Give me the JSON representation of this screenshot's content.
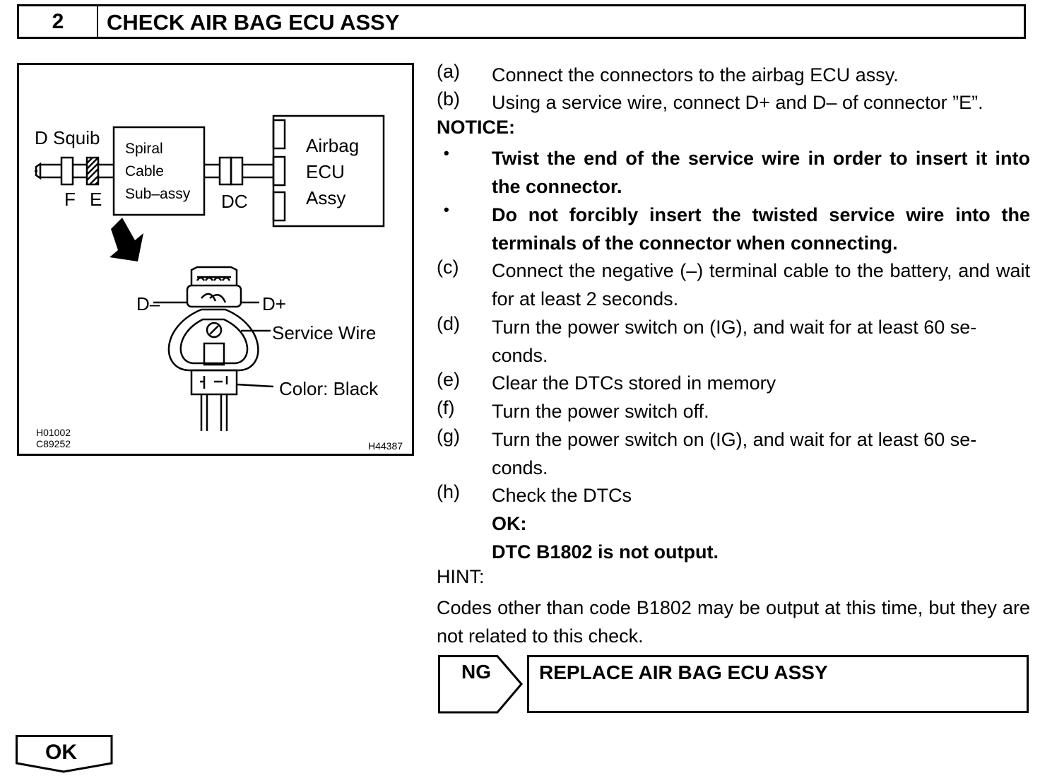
{
  "header": {
    "step_number": "2",
    "title": "CHECK AIR BAG ECU ASSY"
  },
  "figure": {
    "d_squib": "D Squib",
    "spiral_line1": "Spiral",
    "spiral_line2": "Cable",
    "spiral_line3": "Sub–assy",
    "airbag_line1": "Airbag",
    "airbag_line2": "ECU",
    "airbag_line3": "Assy",
    "connector_f": "F",
    "connector_e": "E",
    "connector_dc": "DC",
    "d_minus": "D–",
    "d_plus": "D+",
    "service_wire": "Service Wire",
    "color_black": "Color: Black",
    "id1": "H01002",
    "id2": "C89252",
    "id3": "H44387"
  },
  "steps": {
    "a_label": "(a)",
    "a_text": "Connect the connectors to the airbag ECU assy.",
    "b_label": "(b)",
    "b_text": "Using a service wire, connect D+ and D– of connector ”E”.",
    "notice": "NOTICE:",
    "bullet": "•",
    "notice1": "Twist the end of the service wire in order to insert it into the connector.",
    "notice2": "Do not forcibly insert the twisted service wire into the terminals of the connector when connecting.",
    "c_label": "(c)",
    "c_text": "Connect the negative (–) terminal cable to the battery, and wait for at least 2 seconds.",
    "d_label": "(d)",
    "d_text_1": "Turn the power switch on (IG), and wait for at least 60 se-",
    "d_text_2": "conds.",
    "e_label": "(e)",
    "e_text": "Clear the DTCs stored in memory",
    "f_label": "(f)",
    "f_text": "Turn the power switch off.",
    "g_label": "(g)",
    "g_text_1": "Turn the power switch on (IG), and wait for at least 60 se-",
    "g_text_2": "conds.",
    "h_label": "(h)",
    "h_text": "Check the DTCs",
    "ok_heading": "OK:",
    "ok_detail": "DTC B1802 is not output.",
    "hint": "HINT:",
    "hint_text": "Codes other than code B1802 may be output at this time, but they are not related to this check."
  },
  "result": {
    "ng_label": "NG",
    "ng_action": "REPLACE AIR BAG ECU ASSY",
    "ok_label": "OK"
  }
}
